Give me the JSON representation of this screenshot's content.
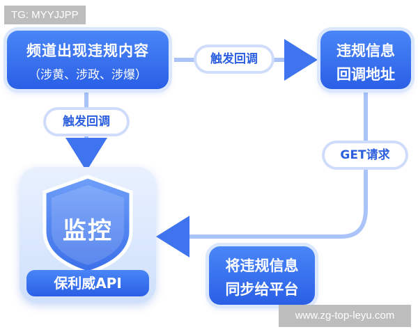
{
  "watermarks": {
    "top_left": "TG: MYYJJPP",
    "bottom_right": "www.zg-top-leyu.com"
  },
  "nodes": {
    "violation": {
      "line1": "频道出现违规内容",
      "line2": "（涉黄、涉政、涉爆）"
    },
    "callback_address": {
      "line1": "违规信息",
      "line2": "回调地址"
    },
    "sync_platform": {
      "line1": "将违规信息",
      "line2": "同步给平台"
    },
    "monitor": {
      "shield_text": "监控",
      "label": "保利威API"
    }
  },
  "edge_labels": {
    "trigger_callback_right": "触发回调",
    "trigger_callback_down": "触发回调",
    "get_request": "GET请求"
  },
  "colors": {
    "primary": "#2f66ea",
    "light": "#dbe7fd",
    "arrow": "#5b8df5"
  }
}
